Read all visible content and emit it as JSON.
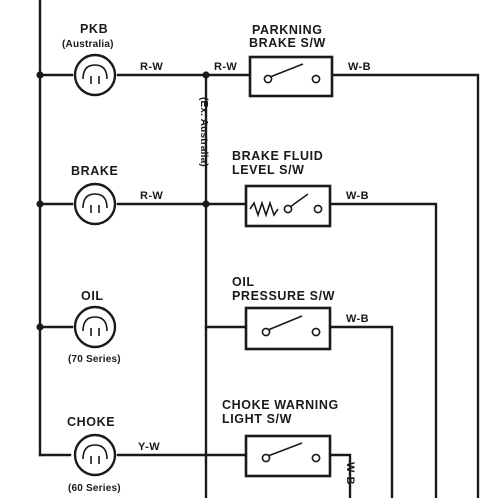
{
  "lamps": {
    "pkb": {
      "label": "PKB",
      "note": "(Australia)"
    },
    "brake": {
      "label": "BRAKE"
    },
    "oil": {
      "label": "OIL",
      "note": "(70 Series)"
    },
    "choke": {
      "label": "CHOKE",
      "note": "(60 Series)"
    }
  },
  "switches": {
    "parking_brake": {
      "line1": "PARKNING",
      "line2": "BRAKE S/W"
    },
    "brake_fluid": {
      "line1": "BRAKE FLUID",
      "line2": "LEVEL S/W"
    },
    "oil_pressure": {
      "line1": "OIL",
      "line2": "PRESSURE S/W"
    },
    "choke_warning": {
      "line1": "CHOKE WARNING",
      "line2": "LIGHT S/W"
    }
  },
  "wire_codes": {
    "pkb_out": "R-W",
    "pkb_sw_in": "R-W",
    "brake_out": "R-W",
    "choke_out": "Y-W",
    "parking_sw_out": "W-B",
    "fluid_sw_out": "W-B",
    "oil_sw_out": "W-B",
    "choke_sw_out": "W-B"
  },
  "vertical_note": "(Ex. Australia)"
}
